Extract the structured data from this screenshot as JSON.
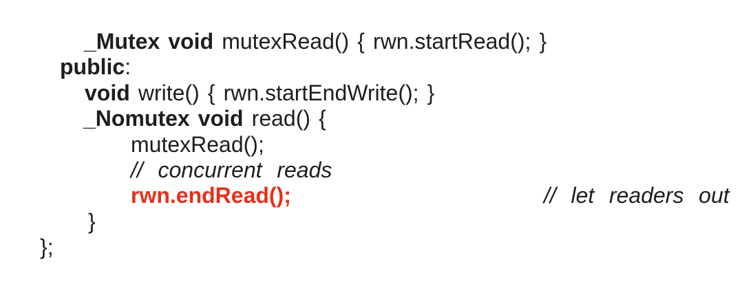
{
  "document": {
    "kind": "code-listing",
    "language": "uC++",
    "colors": {
      "text": "#1e1e1e",
      "highlight_red": "#e5311c",
      "background": "#ffffff"
    }
  },
  "code": {
    "lines": [
      {
        "segs": [
          {
            "t": "_Mutex void "
          },
          {
            "t": "mutexRead() { rwn.startRead(); }"
          }
        ]
      },
      {
        "segs": [
          {
            "t": "public"
          },
          {
            "t": ":"
          }
        ]
      },
      {
        "segs": [
          {
            "t": "void "
          },
          {
            "t": "write() { rwn.startEndWrite(); }"
          }
        ]
      },
      {
        "segs": [
          {
            "t": "_Nomutex void "
          },
          {
            "t": "read() {"
          }
        ]
      },
      {
        "segs": [
          {
            "t": "mutexRead();"
          }
        ]
      },
      {
        "segs": [
          {
            "t": "// concurrent reads"
          }
        ]
      },
      {
        "segs": [
          {
            "t": "rwn.endRead();"
          },
          {
            "t": "// let readers out"
          }
        ]
      },
      {
        "segs": [
          {
            "t": "}"
          }
        ]
      },
      {
        "segs": [
          {
            "t": "};"
          }
        ]
      }
    ]
  }
}
